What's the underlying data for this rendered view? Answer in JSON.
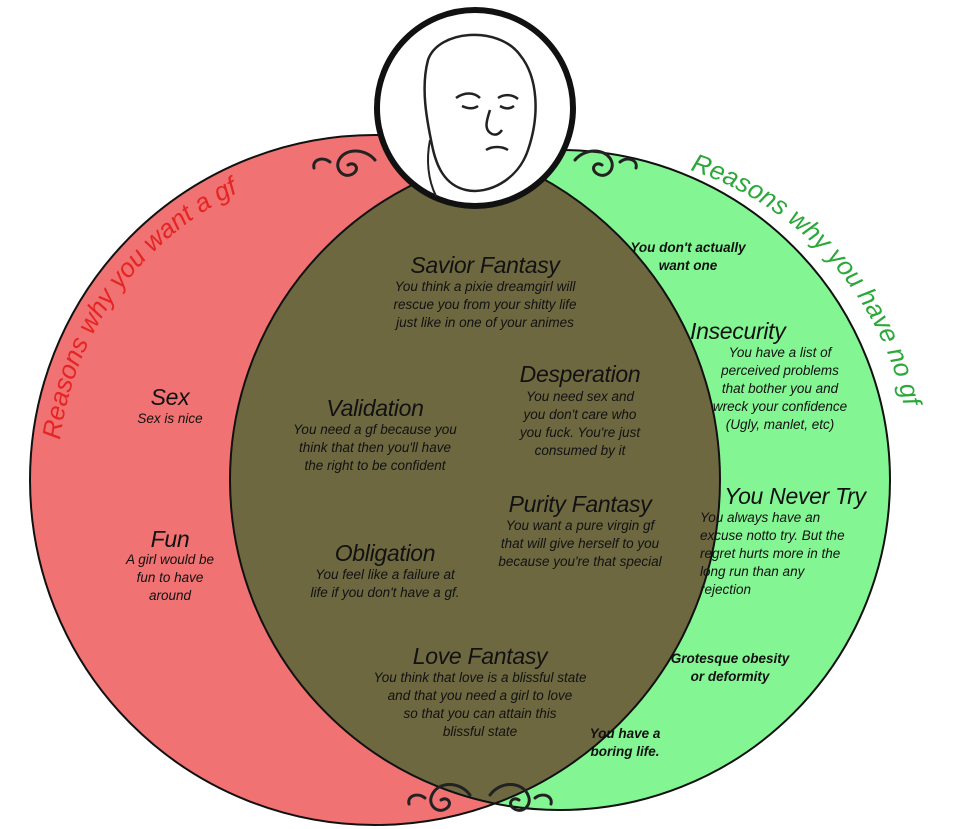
{
  "colors": {
    "left_circle": "#f17272",
    "right_circle": "#84f593",
    "overlap": "#6e6841",
    "left_arc_text": "#e52424",
    "right_arc_text": "#2aa83a",
    "outline": "#111111"
  },
  "left_title": "Reasons why you want a gf",
  "right_title": "Reasons why you have no gf",
  "left": {
    "sex_title": "Sex",
    "sex_text": "Sex is nice",
    "fun_title": "Fun",
    "fun_text": [
      "A girl would be",
      "fun to have",
      "around"
    ]
  },
  "middle": {
    "savior_title": "Savior Fantasy",
    "savior_text": [
      "You think a pixie dreamgirl will",
      "rescue you from your shitty life",
      "just like in one of your animes"
    ],
    "desperation_title": "Desperation",
    "desperation_text": [
      "You need sex and",
      "you don't care who",
      "you fuck. You're just",
      "consumed by it"
    ],
    "validation_title": "Validation",
    "validation_text": [
      "You need a gf because you",
      "think that then you'll have",
      "the right to be confident"
    ],
    "purity_title": "Purity Fantasy",
    "purity_text": [
      "You want a pure virgin gf",
      "that will give herself to you",
      "because you're that special"
    ],
    "obligation_title": "Obligation",
    "obligation_text": [
      "You feel like a failure at",
      "life if you don't have a gf."
    ],
    "love_title": "Love Fantasy",
    "love_text": [
      "You think that love is a blissful state",
      "and that you need a girl to love",
      "so that you can attain this",
      "blissful state"
    ]
  },
  "right": {
    "dont_want": [
      "You don't actually",
      "want one"
    ],
    "insecurity_title": "Insecurity",
    "insecurity_text": [
      "You have a list of",
      "perceived problems",
      "that bother you and",
      "wreck your confidence",
      "(Ugly, manlet, etc)"
    ],
    "never_try_title": "You Never Try",
    "never_try_text": [
      "You always have an",
      "excuse notto try. But the",
      "regret hurts more in the",
      "long run than any",
      "rejection"
    ],
    "obesity": [
      "Grotesque obesity",
      "or deformity"
    ],
    "boring": [
      "You have a",
      "boring life."
    ]
  },
  "icons": {
    "face": "wojak-face-icon",
    "ornament_left": "scroll-ornament-icon",
    "ornament_right": "scroll-ornament-icon",
    "ornament_bottom": "scroll-ornament-icon"
  }
}
